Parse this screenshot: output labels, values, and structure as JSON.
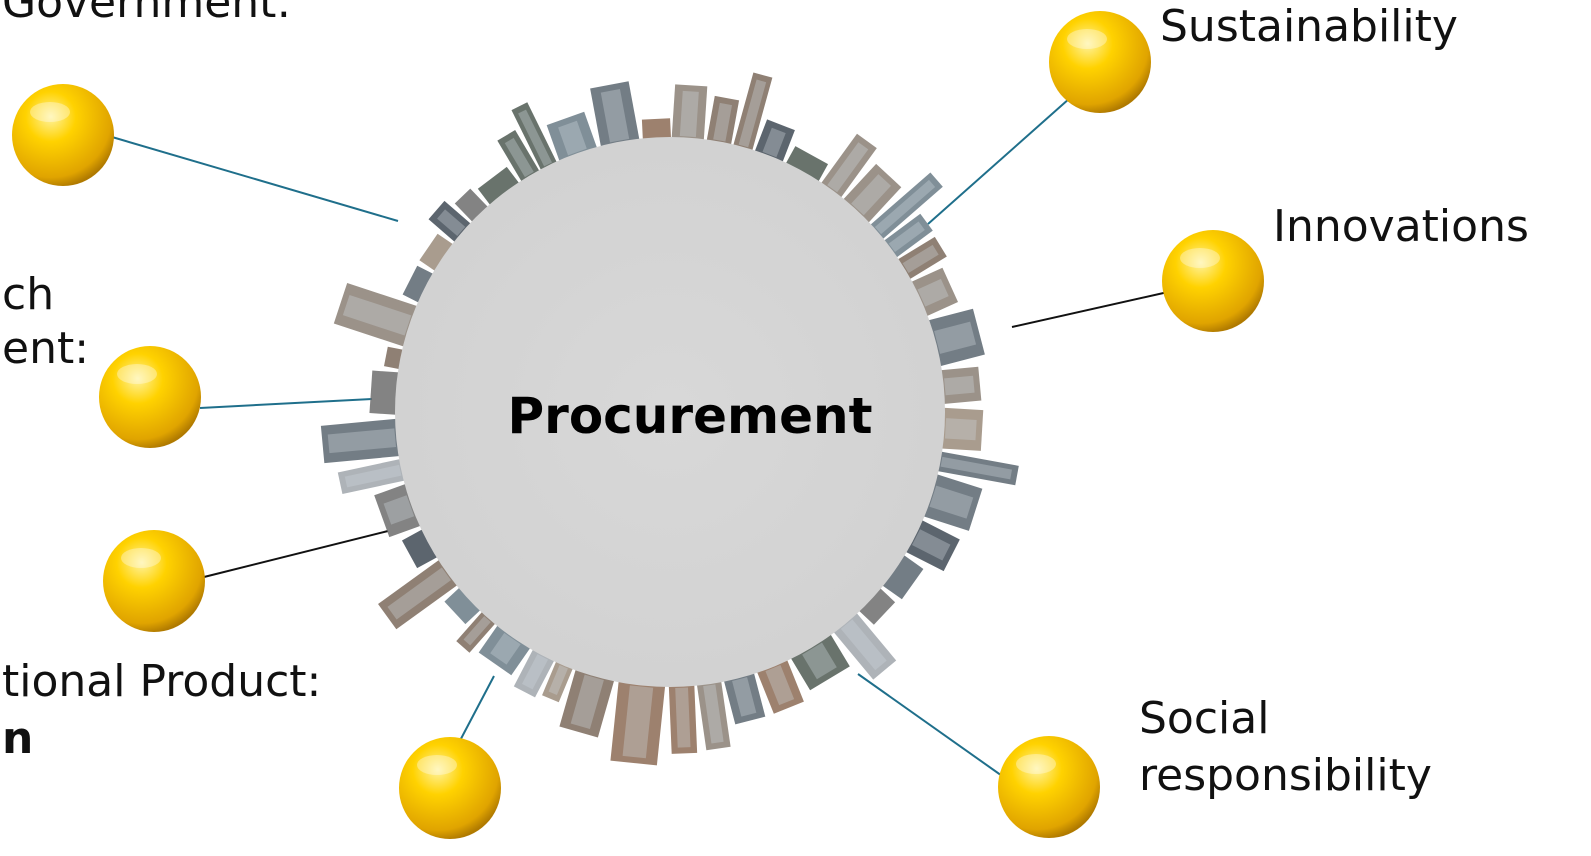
{
  "hub": {
    "title": "Procurement",
    "fill": "#d6d6d6"
  },
  "colors": {
    "teal_line": "#1f6f8b",
    "dark_line": "#111111",
    "ball_light": "#fff3a0",
    "ball_mid": "#ffd200",
    "ball_dark": "#e0a400",
    "ball_edge": "#b07a00"
  },
  "labels": {
    "government": "Government:",
    "research_line1": "ch",
    "research_line2": "ent:",
    "national_line1": "tional Product:",
    "national_line2": "n",
    "sustainability": "Sustainability",
    "innovations": "Innovations",
    "social_line1": "Social",
    "social_line2": "responsibility"
  },
  "icons": {
    "node": "yellow-sphere-icon",
    "ring": "city-skyline-ring-icon"
  }
}
